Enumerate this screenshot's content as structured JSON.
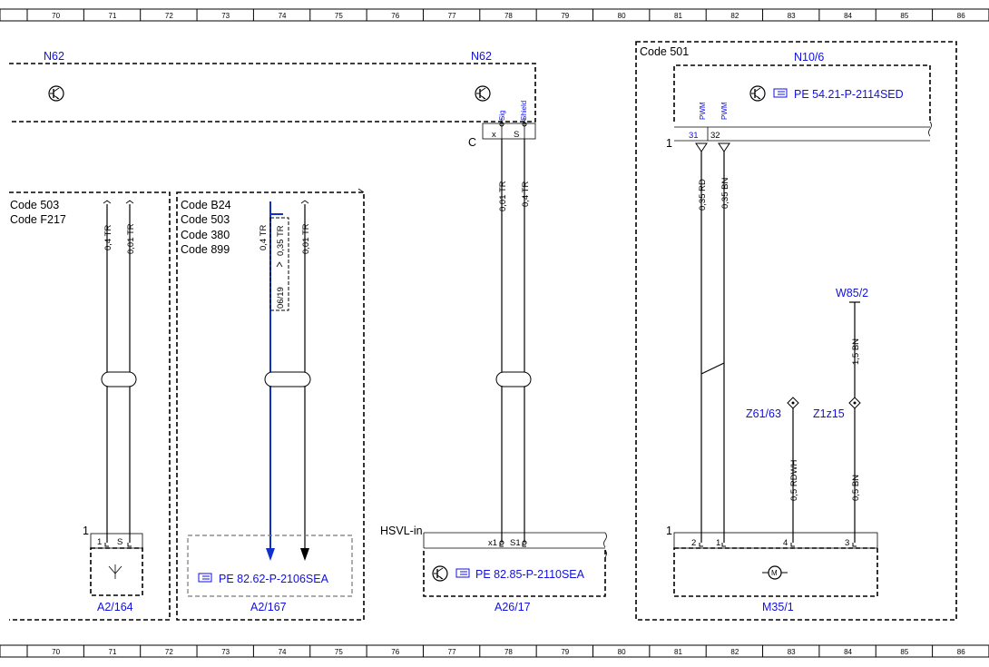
{
  "ruler": {
    "columns": [
      "70",
      "71",
      "72",
      "73",
      "74",
      "75",
      "76",
      "77",
      "78",
      "79",
      "80",
      "81",
      "82",
      "83",
      "84",
      "85",
      "86"
    ]
  },
  "modules": {
    "n62_left": "N62",
    "n62_right": "N62",
    "n10_6": "N10/6",
    "n10_6_ref": "PE 54.21-P-2114SED",
    "code_501": "Code 501",
    "a26_17_ref": "PE 82.85-P-2110SEA",
    "a26_17": "A26/17",
    "a2_167_ref": "PE 82.62-P-2106SEA",
    "a2_167": "A2/167",
    "a2_164": "A2/164",
    "m35_1": "M35/1",
    "w85_2": "W85/2",
    "z61_63": "Z61/63",
    "z1z15": "Z1z15",
    "hsvl_in": "HSVL-in"
  },
  "codes": {
    "box1": [
      "Code 503",
      "Code F217"
    ],
    "box2": [
      "Code B24",
      "Code 503",
      "Code 380",
      "Code 899"
    ]
  },
  "pins": {
    "n62_sig": "Sig",
    "n62_shield": "Shield",
    "n62_x": "x",
    "n62_s": "S",
    "n62_conn": "C",
    "n10_pwm1": "PWM",
    "n10_pwm2": "PWM",
    "n10_31": "31",
    "n10_32": "32",
    "n10_conn": "1",
    "a2_164_1": "1",
    "a2_164_s": "S",
    "a2_164_conn": "1",
    "a26_x1": "x1",
    "a26_s1": "S1",
    "m35_2": "2",
    "m35_1p": "1",
    "m35_4": "4",
    "m35_3": "3",
    "m35_conn": "1"
  },
  "wires": {
    "w_a": "0,4 TR",
    "w_b": "0,01 TR",
    "w_c": "0,4 TR",
    "w_d": "0,35 TR",
    "w_e": "0,01 TR",
    "w_f": "0,01 TR",
    "w_g": "0,4 TR",
    "w_h": "0,35 RD",
    "w_i": "0,35 BN",
    "w_j": "1,5 BN",
    "w_k": "0,5 RDWH",
    "w_l": "0,5 BN",
    "ref_06_19": "06/19"
  }
}
